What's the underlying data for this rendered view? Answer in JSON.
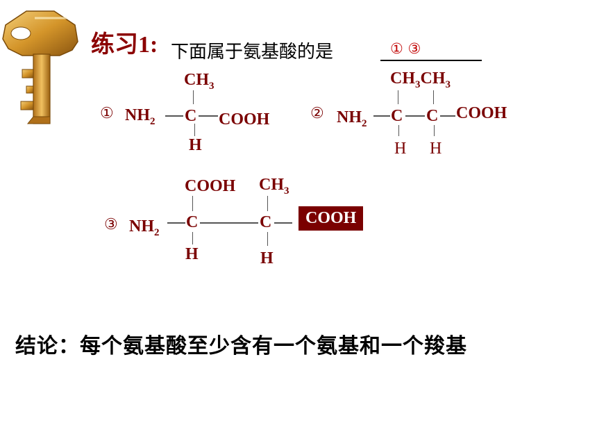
{
  "title": {
    "label": "练习1:",
    "question": "下面属于氨基酸的是",
    "answer": "① ③"
  },
  "structures": [
    {
      "number": "①",
      "left_group": "NH2",
      "carbons": [
        {
          "symbol": "C",
          "top": "CH3",
          "bottom": "H"
        }
      ],
      "right_group": "COOH"
    },
    {
      "number": "②",
      "left_group": "NH2",
      "carbons": [
        {
          "symbol": "C",
          "top": "CH3",
          "bottom": "H"
        },
        {
          "symbol": "C",
          "top": "CH3",
          "bottom": "H"
        }
      ],
      "right_group": "COOH"
    },
    {
      "number": "③",
      "left_group": "NH2",
      "carbons": [
        {
          "symbol": "C",
          "top": "COOH",
          "bottom": "H"
        },
        {
          "symbol": "C",
          "top": "CH3",
          "bottom": "H"
        }
      ],
      "right_group": "COOH",
      "right_group_highlighted": true
    }
  ],
  "conclusion": "结论：每个氨基酸至少含有一个氨基和一个羧基",
  "colors": {
    "title": "#8b0000",
    "chem": "#7a0000",
    "answer": "#c00000",
    "highlight_box": "#7a0000",
    "key": "#d4952a"
  },
  "icons": [
    "key-icon"
  ]
}
